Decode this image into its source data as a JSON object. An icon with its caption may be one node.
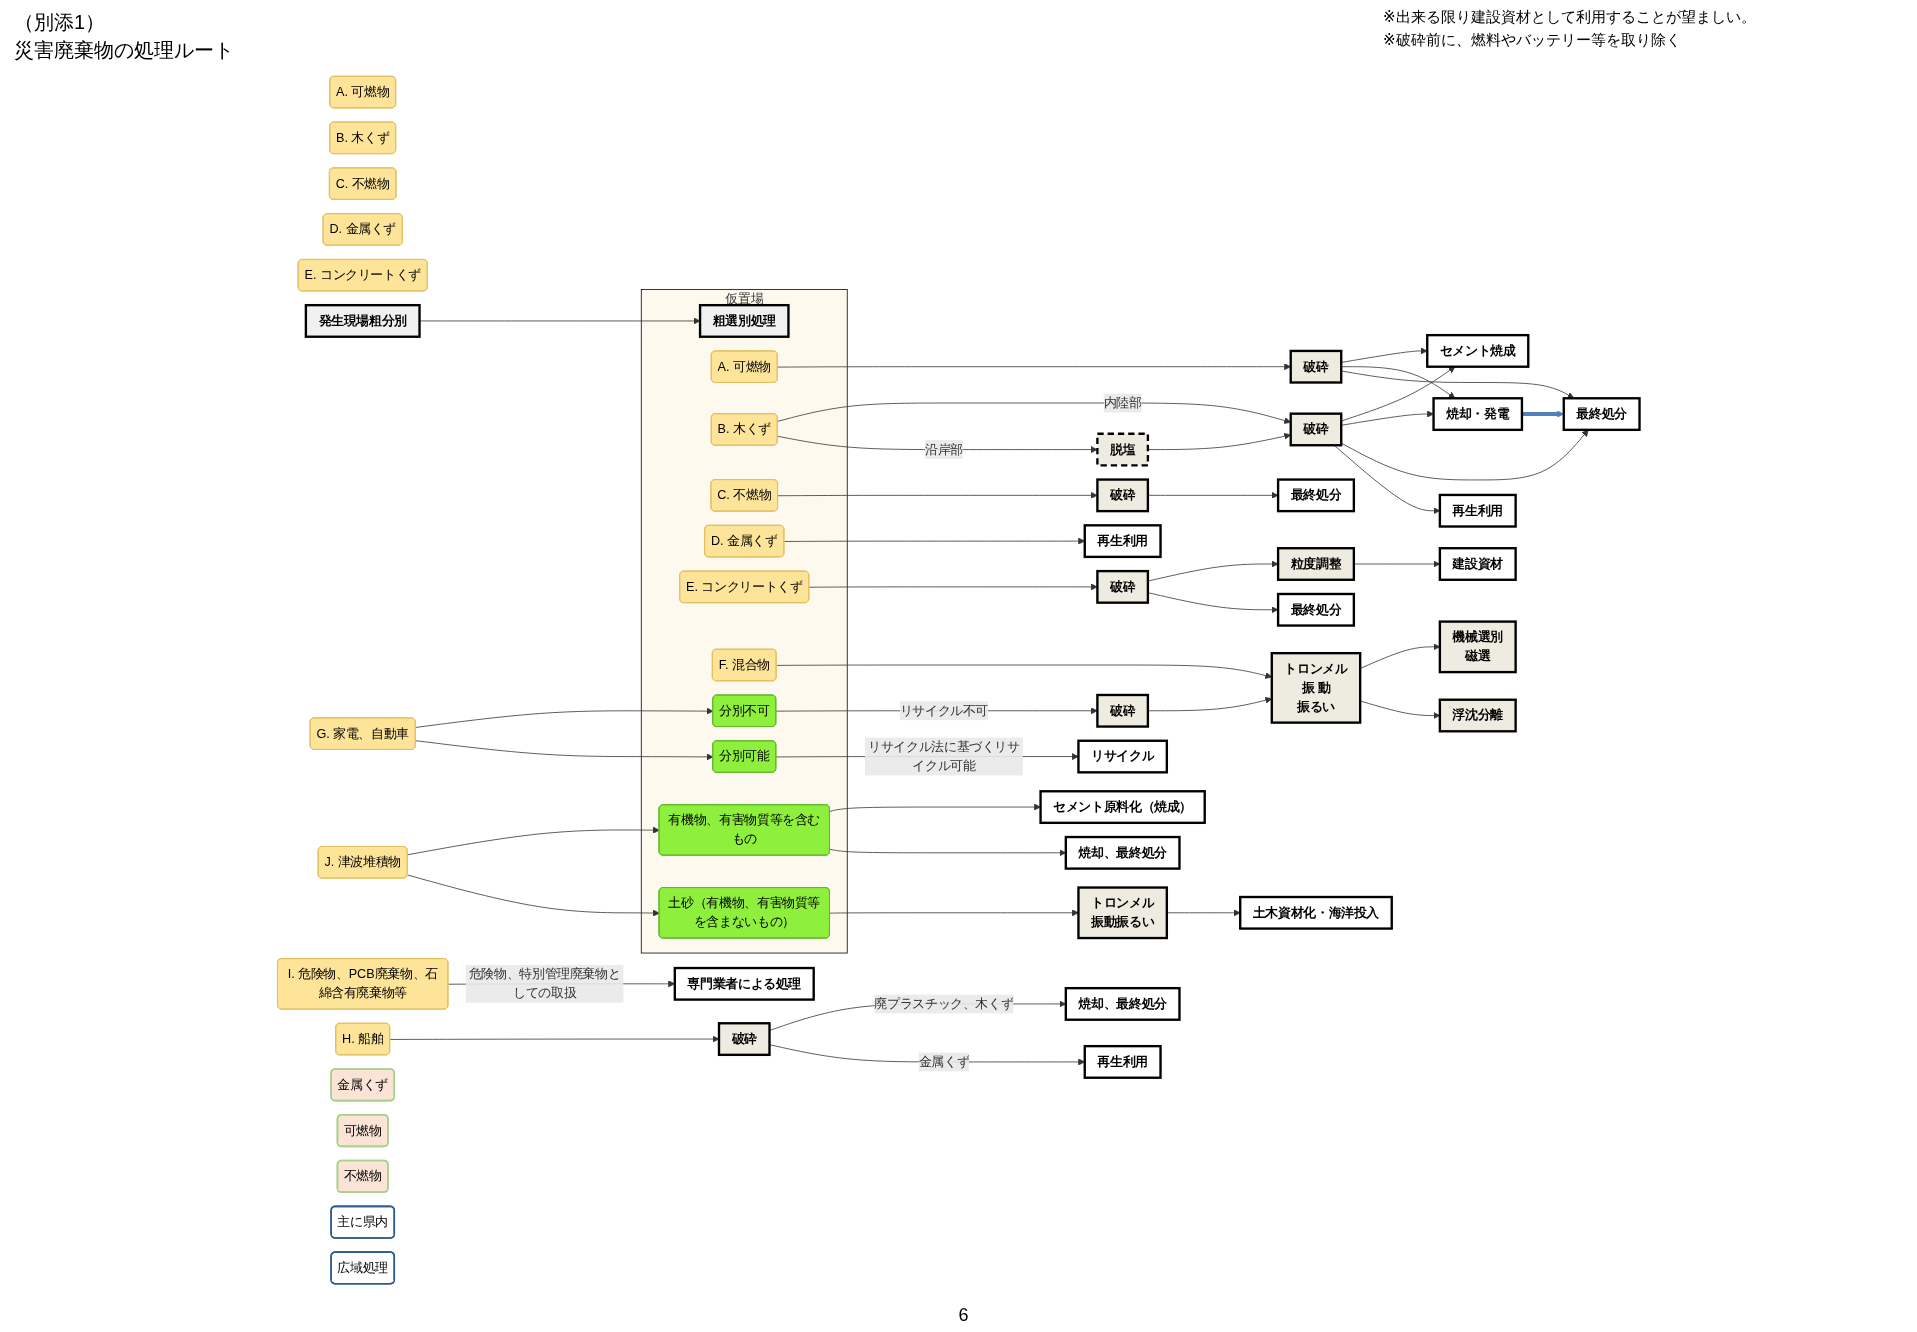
{
  "diagram": {
    "title": "災害廃棄物の処理ルート",
    "nodes": [
      {
        "text": [
          "A. 可燃物"
        ]
      },
      {
        "text": [
          "B. 木くず"
        ]
      },
      {
        "text": [
          "C. 不燃物"
        ]
      },
      {
        "text": [
          "D. 金属くず"
        ]
      },
      {
        "text": [
          "E. コンクリートくず"
        ]
      },
      {
        "text": [
          "発生現場粗分別"
        ]
      },
      {
        "text": [
          "G. 家電、自動車"
        ]
      },
      {
        "text": [
          "H. 船舶"
        ]
      },
      {
        "text": [
          "I. 危険物、PCB廃棄物、石綿含有廃棄物等"
        ]
      },
      {
        "text": [
          "J. 津波堆積物"
        ]
      },
      {
        "text": [
          "仮置場"
        ]
      },
      {
        "text": [
          "粗選別処理"
        ],
        "in": 10
      },
      {
        "text": [
          "A. 可燃物"
        ],
        "in": 10
      },
      {
        "text": [
          "B. 木くず"
        ],
        "in": 10
      },
      {
        "text": [
          "C. 不燃物"
        ],
        "in": 10
      },
      {
        "text": [
          "D. 金属くず"
        ],
        "in": 10
      },
      {
        "text": [
          "E. コンクリートくず"
        ],
        "in": 10
      },
      {
        "text": [
          "F. 混合物"
        ],
        "in": 10
      },
      {
        "text": [
          "分別不可"
        ],
        "in": 10
      },
      {
        "text": [
          "分別可能"
        ],
        "in": 10
      },
      {
        "text": [
          "有機物、有害物質等を含むもの"
        ],
        "in": 10
      },
      {
        "text": [
          "土砂（有機物、有害物質等を含まないもの）"
        ],
        "in": 10
      },
      {
        "text": [
          "脱塩"
        ]
      },
      {
        "text": [
          "破砕"
        ]
      },
      {
        "text": [
          "破砕"
        ]
      },
      {
        "text": [
          "破砕"
        ]
      },
      {
        "text": [
          "破砕"
        ]
      },
      {
        "text": [
          "トロンメル",
          "振 動",
          "振るい"
        ]
      },
      {
        "text": [
          "破砕"
        ]
      },
      {
        "text": [
          "破砕"
        ]
      },
      {
        "text": [
          "トロンメル",
          "振動振るい"
        ]
      },
      {
        "text": [
          "粒度調整"
        ]
      },
      {
        "text": [
          "機械選別",
          "磁選"
        ]
      },
      {
        "text": [
          "浮沈分離"
        ]
      },
      {
        "text": [
          "金属くず"
        ]
      },
      {
        "text": [
          "可燃物"
        ]
      },
      {
        "text": [
          "不燃物"
        ]
      },
      {
        "text": [
          "主に県内"
        ]
      },
      {
        "text": [
          "広域処理"
        ]
      },
      {
        "text": [
          "セメント焼成"
        ]
      },
      {
        "text": [
          "焼却・発電"
        ]
      },
      {
        "text": [
          "最終処分"
        ]
      },
      {
        "text": [
          "再生利用"
        ]
      },
      {
        "text": [
          "最終処分"
        ]
      },
      {
        "text": [
          "再生利用"
        ]
      },
      {
        "text": [
          "建設資材"
        ]
      },
      {
        "text": [
          "最終処分"
        ]
      },
      {
        "text": [
          "リサイクル"
        ]
      },
      {
        "text": [
          "焼却、最終処分"
        ]
      },
      {
        "text": [
          "再生利用"
        ]
      },
      {
        "text": [
          "専門業者による処理"
        ]
      },
      {
        "text": [
          "セメント原料化（焼成）"
        ]
      },
      {
        "text": [
          "焼却、最終処分"
        ]
      },
      {
        "text": [
          "土木資材化・海洋投入"
        ]
      }
    ],
    "edges": [
      {
        "from": 5,
        "to": 11,
        "arrow": "to"
      },
      {
        "from": 12,
        "to": 23,
        "arrow": "to"
      },
      {
        "from": 13,
        "to": 24,
        "arrow": "to",
        "label": "内陸部"
      },
      {
        "from": 13,
        "to": 22,
        "arrow": "to",
        "label": "沿岸部"
      },
      {
        "from": 22,
        "to": 24,
        "arrow": "to"
      },
      {
        "from": 14,
        "to": 25,
        "arrow": "to"
      },
      {
        "from": 15,
        "to": 44,
        "arrow": "to"
      },
      {
        "from": 16,
        "to": 26,
        "arrow": "to"
      },
      {
        "from": 17,
        "to": 27,
        "arrow": "to"
      },
      {
        "from": 6,
        "to": 18,
        "arrow": "to"
      },
      {
        "from": 6,
        "to": 19,
        "arrow": "to"
      },
      {
        "from": 18,
        "to": 28,
        "arrow": "to",
        "label": "リサイクル不可"
      },
      {
        "from": 28,
        "to": 27,
        "arrow": "to"
      },
      {
        "from": 19,
        "to": 47,
        "arrow": "to",
        "label": "リサイクル法に基づくリサイクル可能"
      },
      {
        "from": 7,
        "to": 29,
        "arrow": "to"
      },
      {
        "from": 29,
        "to": 48,
        "arrow": "to",
        "label": "廃プラスチック、木くず"
      },
      {
        "from": 29,
        "to": 49,
        "arrow": "to",
        "label": "金属くず"
      },
      {
        "from": 8,
        "to": 50,
        "arrow": "to",
        "label": "危険物、特別管理廃棄物としての取扱"
      },
      {
        "from": 9,
        "to": 20,
        "arrow": "to"
      },
      {
        "from": 9,
        "to": 21,
        "arrow": "to"
      },
      {
        "from": 20,
        "to": 51,
        "arrow": "to"
      },
      {
        "from": 20,
        "to": 52,
        "arrow": "to"
      },
      {
        "from": 21,
        "to": 30,
        "arrow": "to"
      },
      {
        "from": 30,
        "to": 53,
        "arrow": "to"
      },
      {
        "from": 23,
        "to": 39,
        "arrow": "to"
      },
      {
        "from": 23,
        "to": 40,
        "arrow": "to"
      },
      {
        "from": 23,
        "to": 41,
        "arrow": "to"
      },
      {
        "from": 24,
        "to": 39,
        "arrow": "to"
      },
      {
        "from": 24,
        "to": 40,
        "arrow": "to"
      },
      {
        "from": 24,
        "to": 41,
        "arrow": "to"
      },
      {
        "from": 24,
        "to": 42,
        "arrow": "to"
      },
      {
        "from": 25,
        "to": 43,
        "arrow": "to"
      },
      {
        "from": 40,
        "to": 41,
        "arrow": "to",
        "style": "thick",
        "color": "#4f81bd"
      },
      {
        "from": 26,
        "to": 31,
        "arrow": "to"
      },
      {
        "from": 31,
        "to": 45,
        "arrow": "to"
      },
      {
        "from": 26,
        "to": 46,
        "arrow": "to"
      },
      {
        "from": 27,
        "to": 32,
        "arrow": "to"
      },
      {
        "from": 27,
        "to": 33,
        "arrow": "to"
      }
    ],
    "labels": [
      "（別添1）",
      "※出来る限り建設資材として利用することが望ましい。",
      "※破砕前に、燃料やバッテリー等を取り除く",
      "6"
    ]
  }
}
